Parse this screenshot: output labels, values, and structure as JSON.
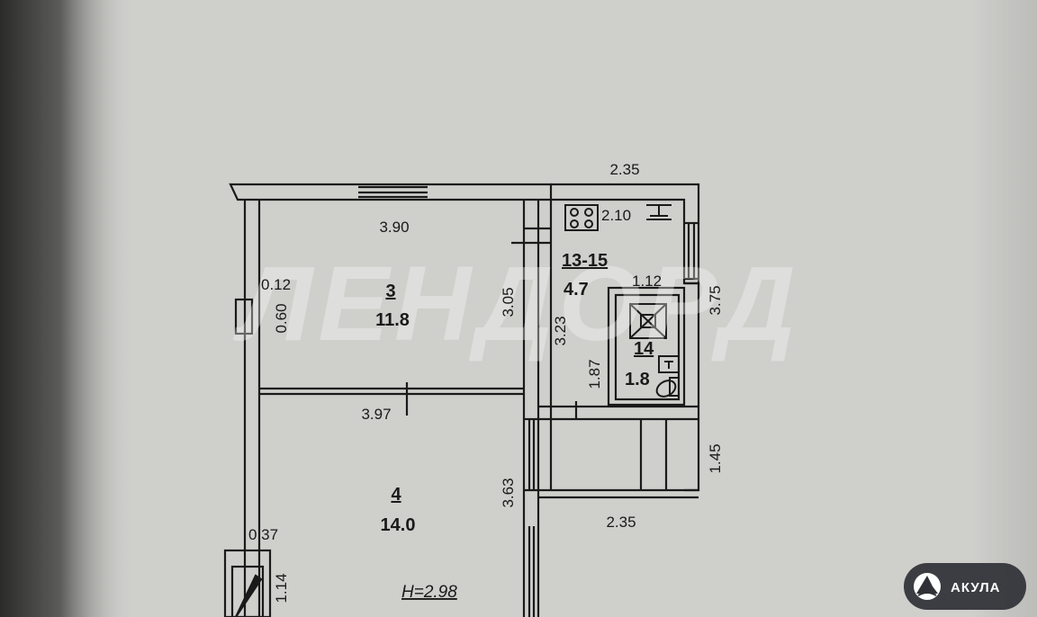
{
  "plan": {
    "rooms": [
      {
        "id": "room-3",
        "number": "3",
        "area": "11.8"
      },
      {
        "id": "room-4",
        "number": "4",
        "area": "14.0"
      },
      {
        "id": "room-13-15",
        "number": "13-15",
        "area": "4.7"
      },
      {
        "id": "room-14",
        "number": "14",
        "area": "1.8"
      }
    ],
    "dimensions": [
      {
        "id": "dim-top-right-width",
        "value": "2.35"
      },
      {
        "id": "dim-room3-width",
        "value": "3.90"
      },
      {
        "id": "dim-kitchen-counter",
        "value": "2.10"
      },
      {
        "id": "dim-window-offset",
        "value": "0.12"
      },
      {
        "id": "dim-window-width",
        "value": "0.60"
      },
      {
        "id": "dim-room3-height",
        "value": "3.05"
      },
      {
        "id": "dim-corridor-height",
        "value": "3.23"
      },
      {
        "id": "dim-bath-width",
        "value": "1.12"
      },
      {
        "id": "dim-right-height",
        "value": "3.75"
      },
      {
        "id": "dim-bath-height",
        "value": "1.87"
      },
      {
        "id": "dim-room4-width",
        "value": "3.97"
      },
      {
        "id": "dim-balcony-height",
        "value": "1.45"
      },
      {
        "id": "dim-room4-height",
        "value": "3.63"
      },
      {
        "id": "dim-balcony-width",
        "value": "2.35"
      },
      {
        "id": "dim-door-offset",
        "value": "0.37"
      },
      {
        "id": "dim-door-width",
        "value": "1.14"
      }
    ],
    "ceiling_height": "H=2.98"
  },
  "watermark": "ЛЕНДОРД",
  "badge": {
    "label": "АКУЛА",
    "icon": "shark-logo-icon"
  },
  "colors": {
    "paper": "#cfcfcc",
    "ink": "#1a1a1a",
    "badge_bg": "#2f3136",
    "shadow": "#2b2b2a"
  }
}
